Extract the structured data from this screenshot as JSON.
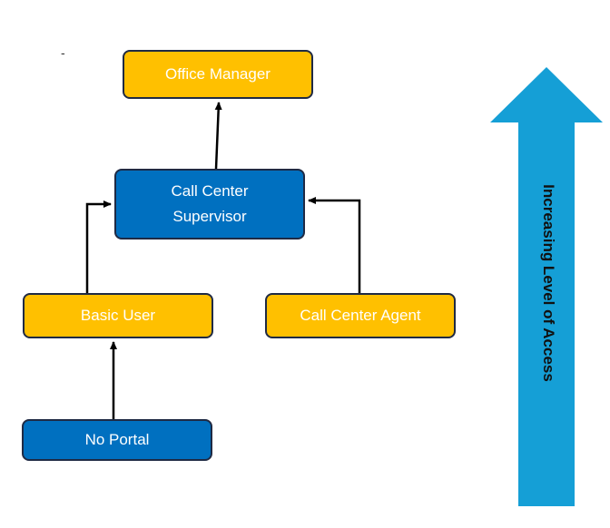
{
  "stray_mark": "-",
  "nodes": {
    "office_manager": "Office Manager",
    "call_center_supervisor_line1": "Call Center",
    "call_center_supervisor_line2": "Supervisor",
    "basic_user": "Basic User",
    "call_center_agent": "Call Center Agent",
    "no_portal": "No Portal"
  },
  "access_arrow": {
    "label": "Increasing Level of Access",
    "color": "#159fd6"
  },
  "colors": {
    "gold": "#ffc000",
    "blue": "#0070c0",
    "border": "#1f2a44"
  },
  "edges": [
    {
      "from": "no_portal",
      "to": "basic_user"
    },
    {
      "from": "basic_user",
      "to": "call_center_supervisor"
    },
    {
      "from": "call_center_agent",
      "to": "call_center_supervisor"
    },
    {
      "from": "call_center_supervisor",
      "to": "office_manager"
    }
  ]
}
